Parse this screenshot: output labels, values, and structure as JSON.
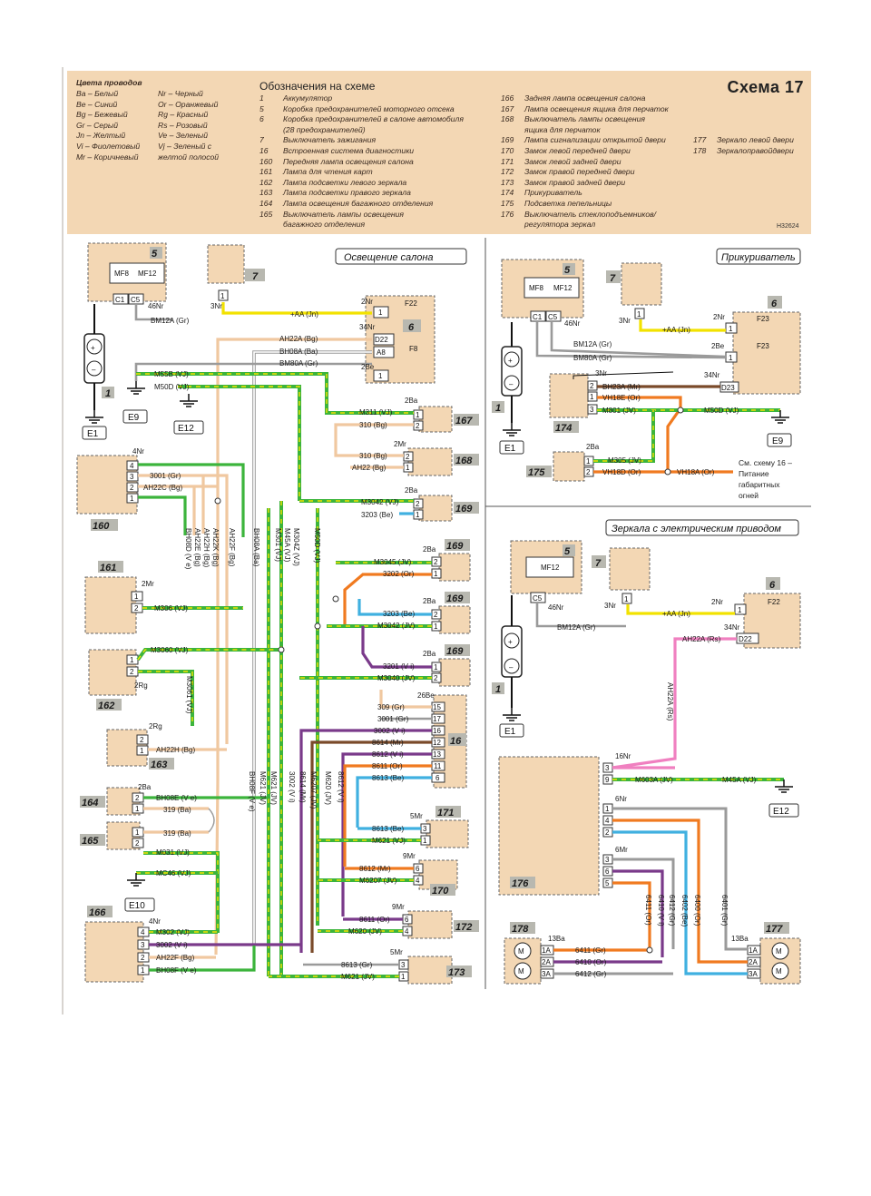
{
  "header": {
    "wire_colors_title": "Цвета проводов",
    "wire_colors_left": [
      "Ba – Белый",
      "Be – Синий",
      "Bg – Бежевый",
      "Gr – Серый",
      "Jn – Желтый",
      "Vi – Фиолетовый",
      "Mr – Коричневый"
    ],
    "wire_colors_right": [
      "Nr – Черный",
      "Or – Оранжевый",
      "Rg – Красный",
      "Rs – Розовый",
      "Ve – Зеленый",
      "Vj – Зеленый с",
      "желтой полосой"
    ],
    "legend_title": "Обозначения на схеме",
    "legend_col1": [
      {
        "n": "1",
        "t": "Аккумулятор"
      },
      {
        "n": "5",
        "t": "Коробка предохранителей моторного отсека"
      },
      {
        "n": "6",
        "t": "Коробка предохранителей в салоне автомобиля"
      },
      {
        "n": "",
        "t": "(28 предохранителей)"
      },
      {
        "n": "7",
        "t": "Выключатель зажигания"
      },
      {
        "n": "16",
        "t": "Встроенная система диагностики"
      },
      {
        "n": "160",
        "t": "Передняя лампа освещения салона"
      },
      {
        "n": "161",
        "t": "Лампа для чтения карт"
      },
      {
        "n": "162",
        "t": "Лампа подсветки левого зеркала"
      },
      {
        "n": "163",
        "t": "Лампа подсветки правого зеркала"
      },
      {
        "n": "164",
        "t": "Лампа освещения багажного отделения"
      },
      {
        "n": "165",
        "t": "Выключатель лампы освещения"
      },
      {
        "n": "",
        "t": "багажного отделения"
      }
    ],
    "legend_col2": [
      {
        "n": "166",
        "t": "Задняя лампа освещения салона"
      },
      {
        "n": "167",
        "t": "Лампа освещения ящика для перчаток"
      },
      {
        "n": "168",
        "t": "Выключатель лампы освещения"
      },
      {
        "n": "",
        "t": "ящика для перчаток"
      },
      {
        "n": "169",
        "t": "Лампа сигнализации открытой двери"
      },
      {
        "n": "170",
        "t": "Замок левой передней двери"
      },
      {
        "n": "171",
        "t": "Замок левой задней двери"
      },
      {
        "n": "172",
        "t": "Замок правой передней двери"
      },
      {
        "n": "173",
        "t": "Замок правой задней двери"
      },
      {
        "n": "174",
        "t": "Прикуриватель"
      },
      {
        "n": "175",
        "t": "Подсветка пепельницы"
      },
      {
        "n": "176",
        "t": "Выключатель стеклоподъемников/"
      },
      {
        "n": "",
        "t": "регулятора зеркал"
      }
    ],
    "legend_col3": [
      {
        "n": "177",
        "t": "Зеркало левой двери"
      },
      {
        "n": "178",
        "t": "Зеркалоправойдвери"
      }
    ],
    "scheme_title": "Схема 17",
    "code": "H32624"
  },
  "sections": {
    "interior_light": "Освещение салона",
    "cigarette_lighter": "Прикуриватель",
    "power_mirrors": "Зеркала с электрическим приводом"
  },
  "note_scheme16": [
    "См. схему 16 –",
    "Питание",
    "габаритных",
    "огней"
  ],
  "colors": {
    "yellow": "#f2e200",
    "green": "#3cb43c",
    "gray": "#9a9a9a",
    "beige": "#f0c8a0",
    "brown": "#7a4a2a",
    "violet": "#7a3a8a",
    "orange": "#f07a20",
    "blue": "#40b0e0",
    "pink": "#f080c0",
    "white": "#ffffff",
    "component_fill": "#f3d7b4",
    "badge_fill": "#b8b8b0"
  }
}
